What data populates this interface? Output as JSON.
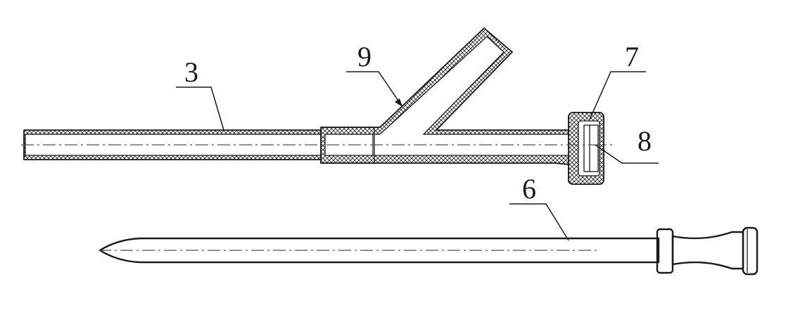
{
  "callouts": {
    "part_3": "3",
    "part_9": "9",
    "part_7": "7",
    "part_8": "8",
    "part_6": "6"
  },
  "colors": {
    "ink": "#1a1a1a",
    "background": "#ffffff"
  }
}
